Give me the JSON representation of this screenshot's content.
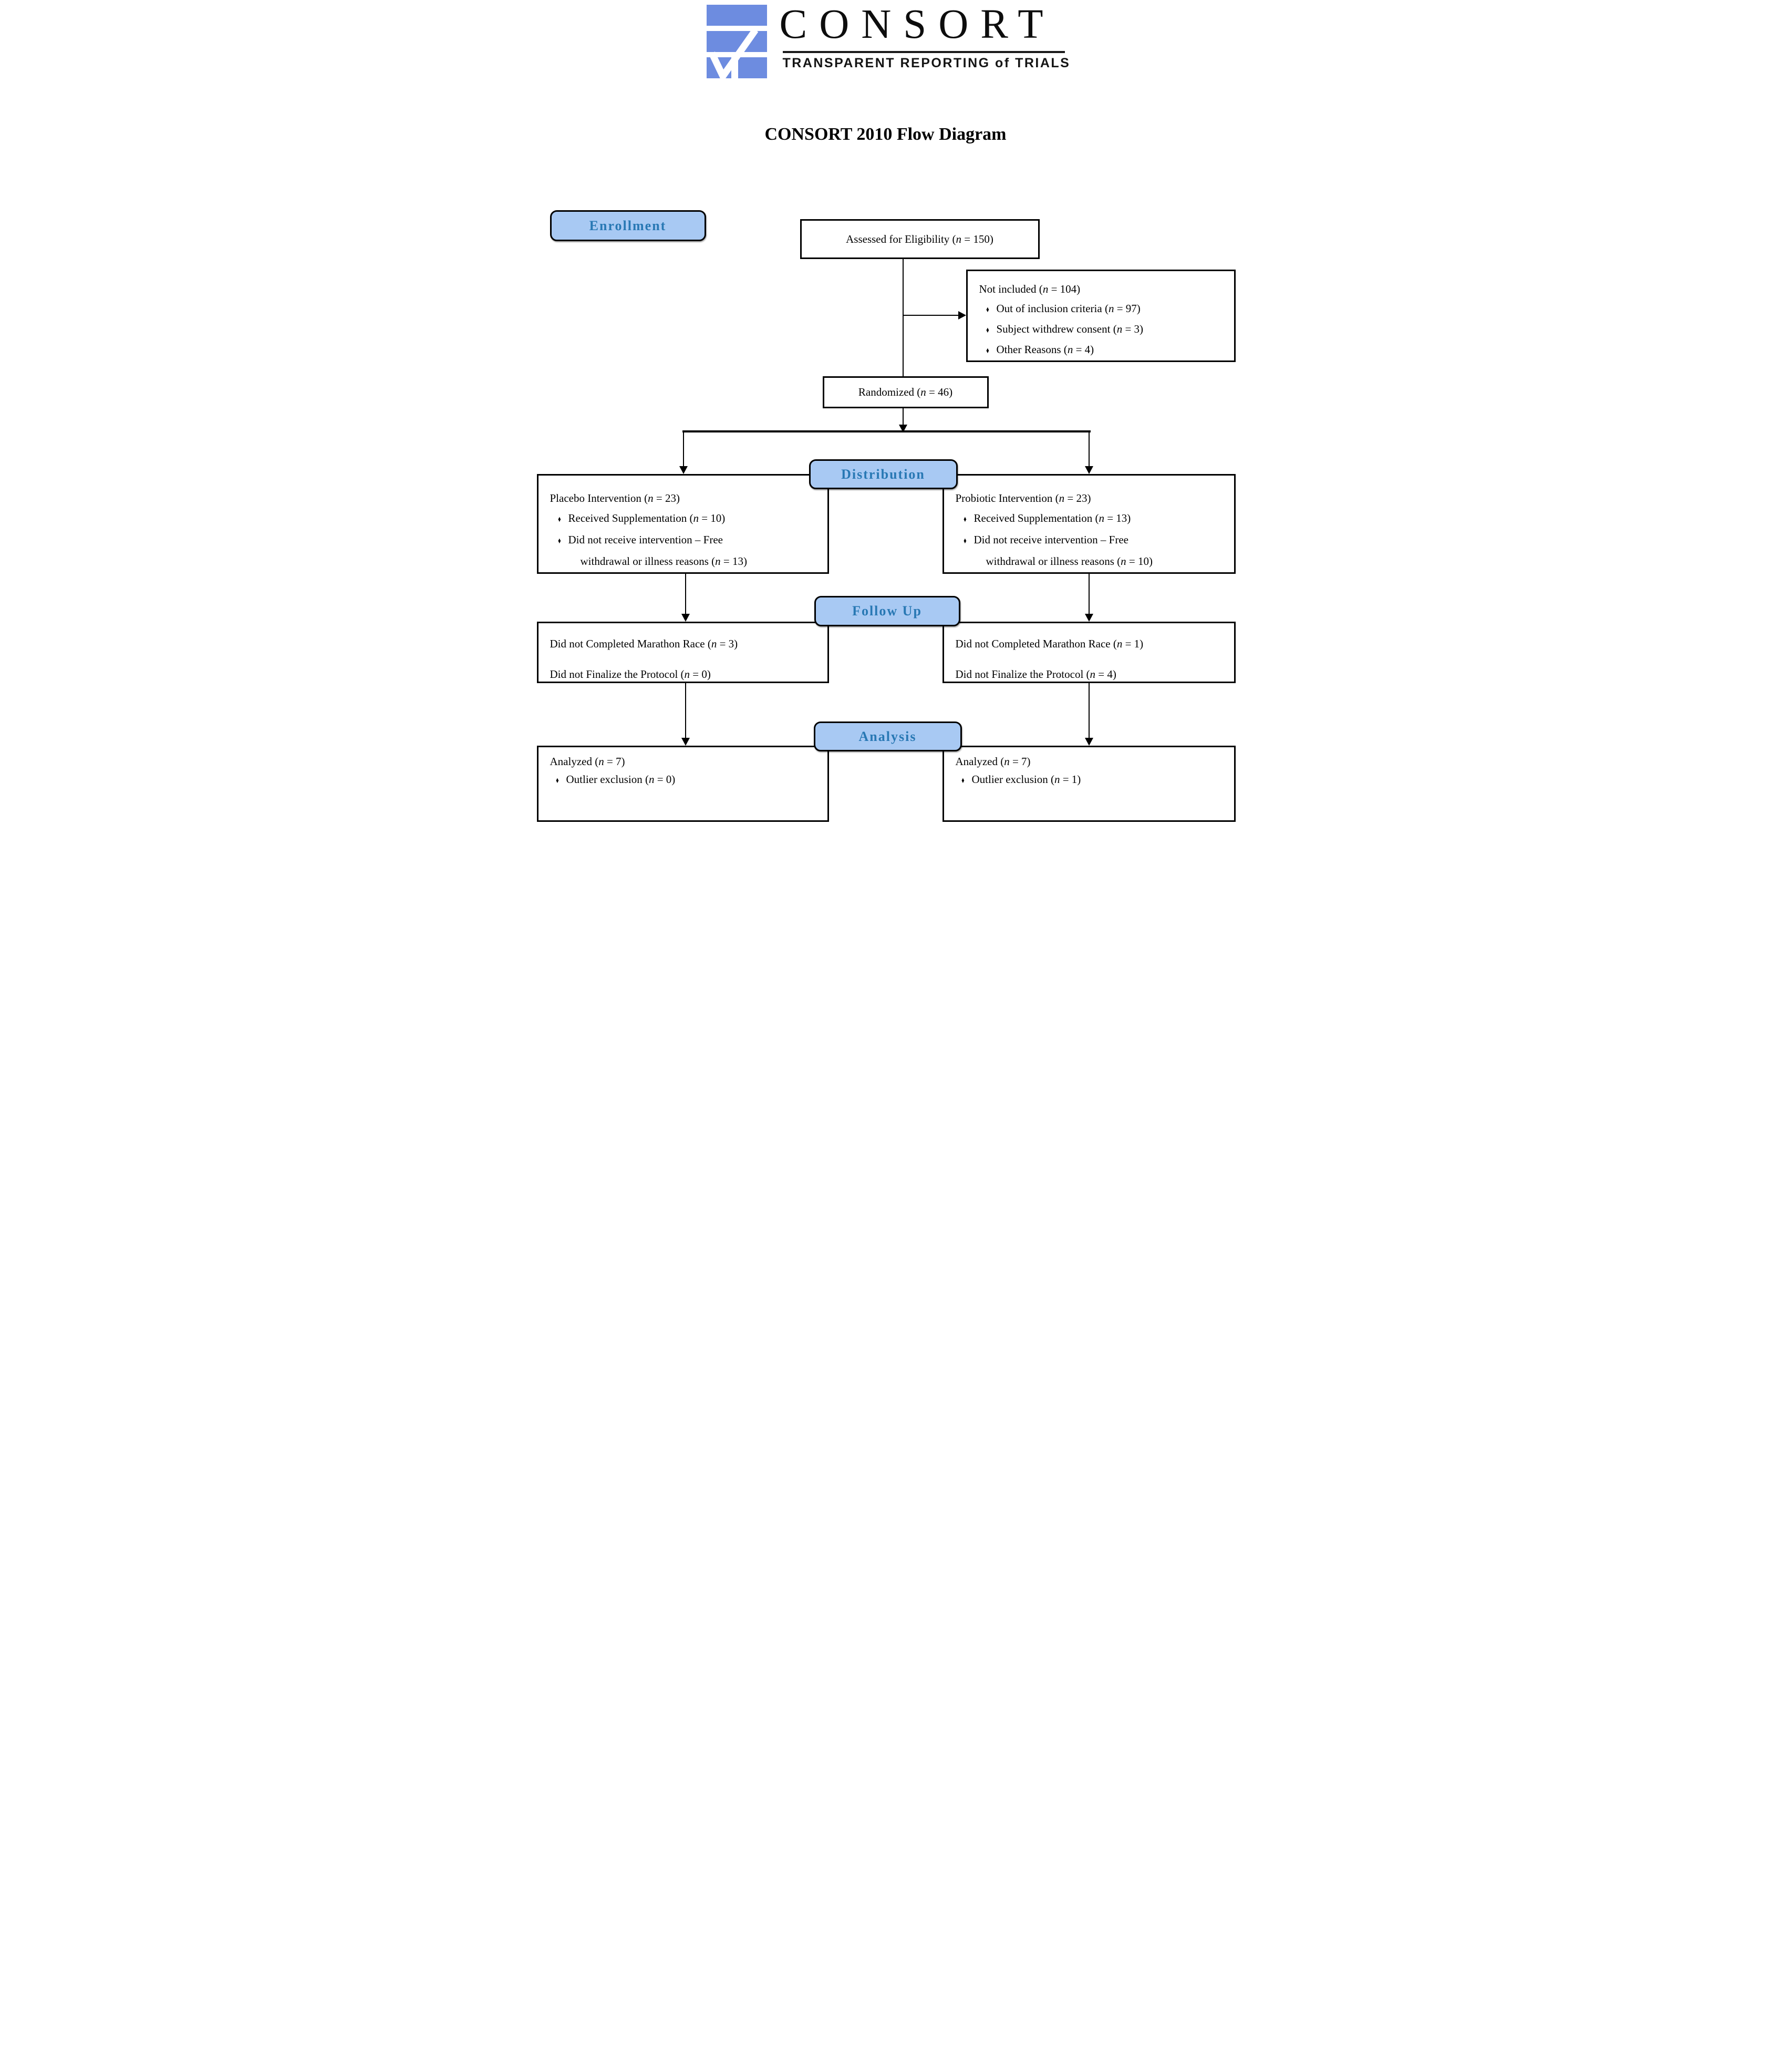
{
  "logo": {
    "brand": "CONSORT",
    "tagline": "TRANSPARENT REPORTING of TRIALS",
    "icon_color": "#6d8ce0"
  },
  "title": "CONSORT 2010 Flow Diagram",
  "colors": {
    "badge_fill": "#a8c9f3",
    "badge_text": "#2878b4",
    "line": "#000000"
  },
  "stages": {
    "enrollment": "Enrollment",
    "distribution": "Distribution",
    "followup": "Follow Up",
    "analysis": "Analysis"
  },
  "boxes": {
    "assessed": {
      "text": "Assessed for Eligibility (n = 150)"
    },
    "not_included": {
      "title": "Not included (n = 104)",
      "bullets": [
        "Out of inclusion criteria (n = 97)",
        "Subject withdrew consent (n = 3)",
        "Other Reasons (n = 4)"
      ]
    },
    "randomized": {
      "text": "Randomized (n = 46)"
    },
    "placebo": {
      "title": "Placebo Intervention (n = 23)",
      "bullet1": "Received Supplementation (n = 10)",
      "bullet2_line1": "Did not receive intervention – Free",
      "bullet2_line2": "withdrawal or illness reasons (n = 13)"
    },
    "probiotic": {
      "title": "Probiotic Intervention (n = 23)",
      "bullet1": "Received Supplementation (n = 13)",
      "bullet2_line1": "Did not receive intervention – Free",
      "bullet2_line2": "withdrawal or illness reasons (n = 10)"
    },
    "followup_left": {
      "lines": [
        "Did not Completed Marathon Race (n = 3)",
        "Did not Finalize the Protocol (n = 0)"
      ]
    },
    "followup_right": {
      "lines": [
        "Did not Completed Marathon Race (n = 1)",
        "Did not Finalize the Protocol (n = 4)"
      ]
    },
    "analysis_left": {
      "title": "Analyzed (n = 7)",
      "bullets": [
        "Outlier exclusion (n = 0)"
      ]
    },
    "analysis_right": {
      "title": "Analyzed (n = 7)",
      "bullets": [
        "Outlier exclusion (n = 1)"
      ]
    }
  }
}
